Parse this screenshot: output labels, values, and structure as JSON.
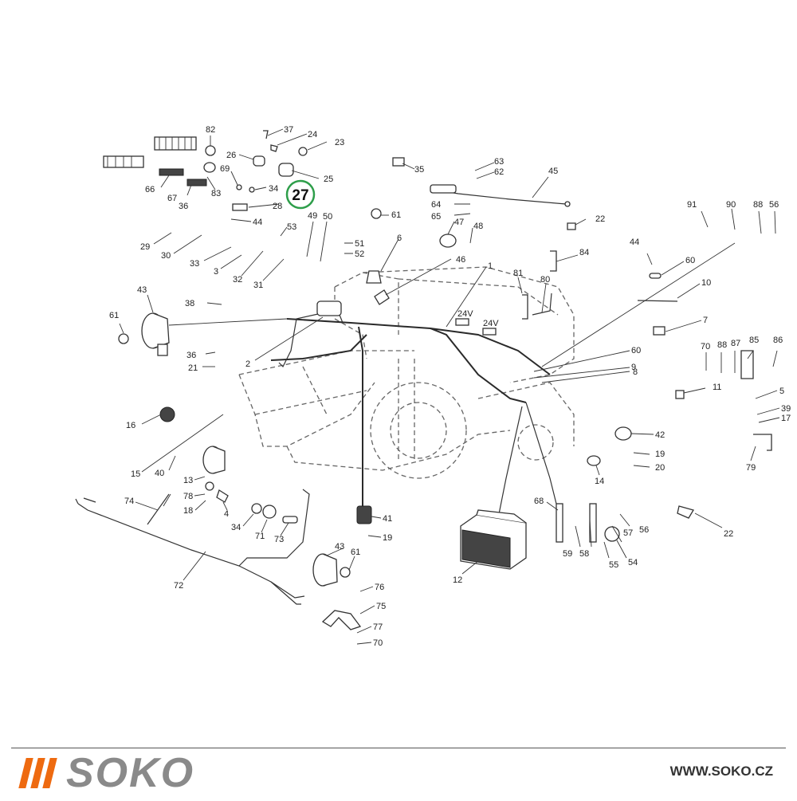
{
  "brand": {
    "logo_text": "SOKO",
    "website": "WWW.SOKO.CZ",
    "accent_color": "#ee6a10",
    "logo_text_color": "#8a8a8a"
  },
  "diagram": {
    "highlighted_part": "27",
    "highlight_color": "#2e9e4a",
    "battery_labels": [
      "24V",
      "24V"
    ],
    "part_labels": [
      "82",
      "37",
      "24",
      "23",
      "26",
      "69",
      "34",
      "25",
      "66",
      "67",
      "83",
      "36",
      "28",
      "44",
      "29",
      "30",
      "33",
      "3",
      "32",
      "31",
      "53",
      "49",
      "50",
      "51",
      "52",
      "35",
      "63",
      "62",
      "45",
      "64",
      "65",
      "61",
      "6",
      "47",
      "48",
      "46",
      "22",
      "1",
      "91",
      "90",
      "88",
      "56",
      "84",
      "81",
      "80",
      "44",
      "60",
      "10",
      "43",
      "38",
      "61",
      "36",
      "21",
      "2",
      "7",
      "60",
      "9",
      "8",
      "70",
      "88",
      "87",
      "85",
      "86",
      "11",
      "5",
      "39",
      "17",
      "16",
      "15",
      "40",
      "13",
      "78",
      "18",
      "4",
      "74",
      "34",
      "71",
      "73",
      "41",
      "19",
      "42",
      "19",
      "20",
      "14",
      "79",
      "68",
      "57",
      "56",
      "59",
      "58",
      "55",
      "54",
      "12",
      "22",
      "72",
      "43",
      "61",
      "76",
      "75",
      "77",
      "70"
    ]
  }
}
